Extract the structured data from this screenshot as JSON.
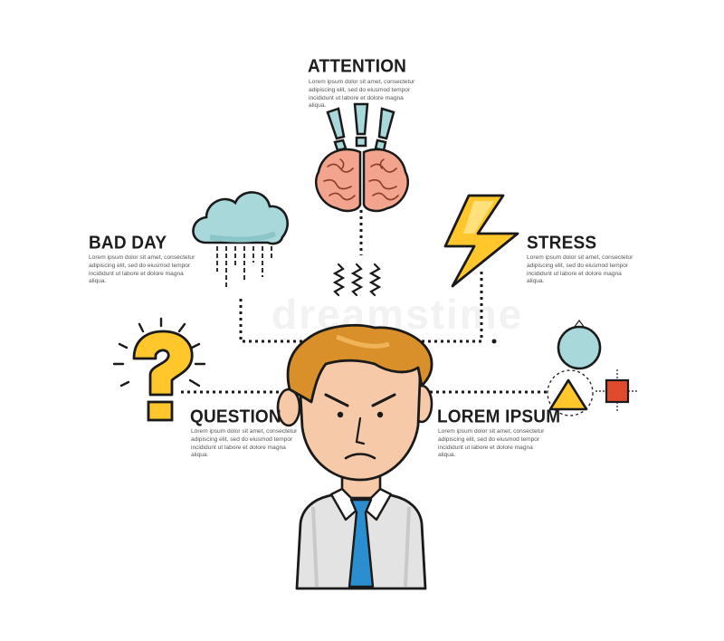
{
  "nodes": {
    "attention": {
      "label": "ATTENTION",
      "text": "Lorem ipsum dolor sit amet, consectetur adipiscing elit, sed do eiusmod tempor incididunt ut labore et dolore magna aliqua."
    },
    "bad_day": {
      "label": "BAD DAY",
      "text": "Lorem ipsum dolor sit amet, consectetur adipiscing elit, sed do eiusmod tempor incididunt ut labore et dolore magna aliqua."
    },
    "stress": {
      "label": "STRESS",
      "text": "Lorem ipsum dolor sit amet, consectetur adipiscing elit, sed do eiusmod tempor incididunt ut labore et dolore magna aliqua."
    },
    "question": {
      "label": "QUESTION",
      "text": "Lorem ipsum dolor sit amet, consectetur adipiscing elit, sed do eiusmod tempor incididunt ut labore et dolore magna aliqua."
    },
    "lorem_ipsum": {
      "label": "LOREM IPSUM",
      "text": "Lorem ipsum dolor sit amet, consectetur adipiscing elit, sed do eiusmod tempor incididunt ut labore et dolore magna aliqua."
    }
  },
  "watermark": "dreamstime",
  "colors": {
    "outline": "#1a1a1a",
    "brain": "#f2a48e",
    "cloud": "#a8d8da",
    "bolt": "#ffc72c",
    "question_mark": "#ffc72c",
    "hair": "#d98f2a",
    "skin": "#f6c9a8",
    "shirt": "#e3e3e3",
    "tie": "#2b8fcf",
    "square": "#e04b2e",
    "exclamation": "#a8d8da"
  }
}
